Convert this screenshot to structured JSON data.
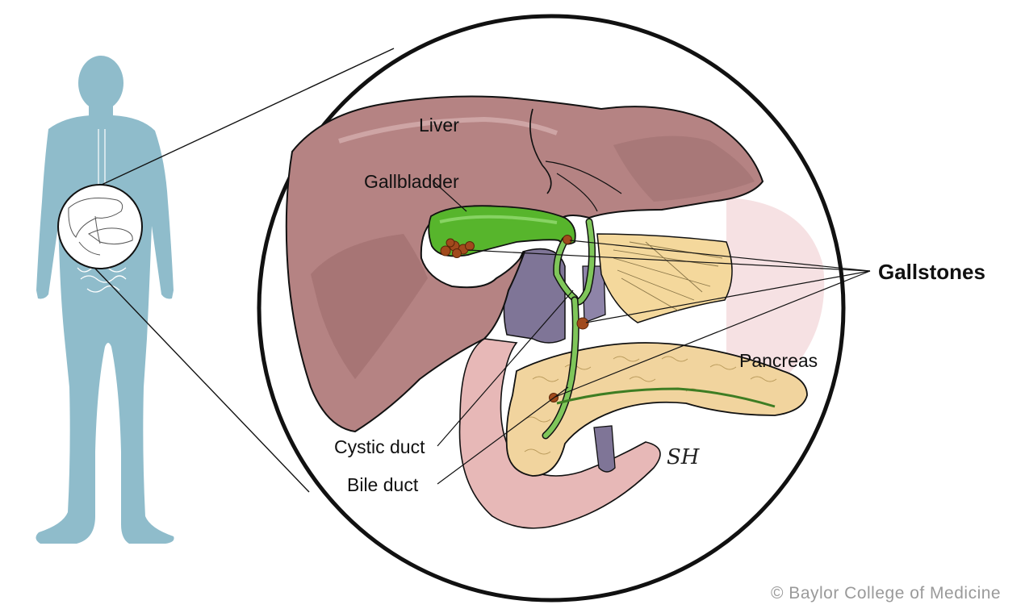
{
  "labels": {
    "liver": "Liver",
    "gallbladder": "Gallbladder",
    "gallstones": "Gallstones",
    "pancreas": "Pancreas",
    "cystic_duct": "Cystic duct",
    "bile_duct": "Bile duct"
  },
  "artist_signature": "SH",
  "credit": "© Baylor College of Medicine",
  "colors": {
    "silhouette": "#8fbccb",
    "liver": "#b58383",
    "liver_shadow": "#7e5656",
    "gallbladder": "#57b52c",
    "bile_duct": "#7fc65a",
    "gallstone": "#a14a1d",
    "pancreas": "#f1d49e",
    "duodenum": "#e7b8b7",
    "vein": "#7f7597",
    "outline": "#111111"
  }
}
